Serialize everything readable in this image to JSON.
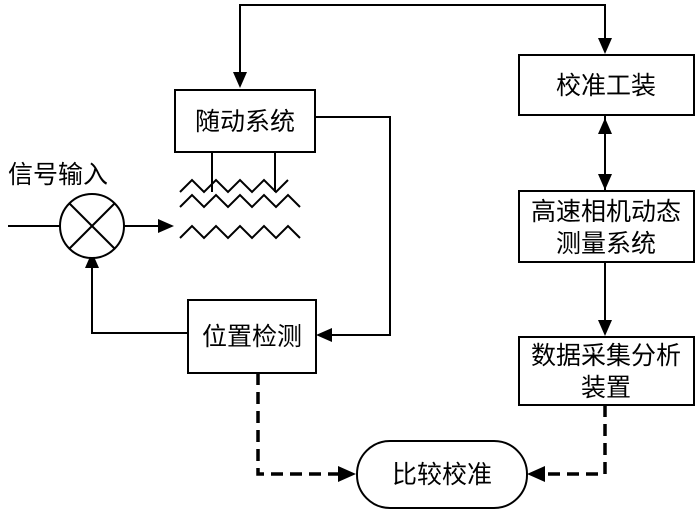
{
  "labels": {
    "signal_input": "信号输入",
    "servo_system": "随动系统",
    "position_detect": "位置检测",
    "calibration_fixture": "校准工装",
    "camera_line1": "高速相机动态",
    "camera_line2": "测量系统",
    "daq_line1": "数据采集分析",
    "daq_line2": "装置",
    "compare_calibrate": "比较校准"
  }
}
